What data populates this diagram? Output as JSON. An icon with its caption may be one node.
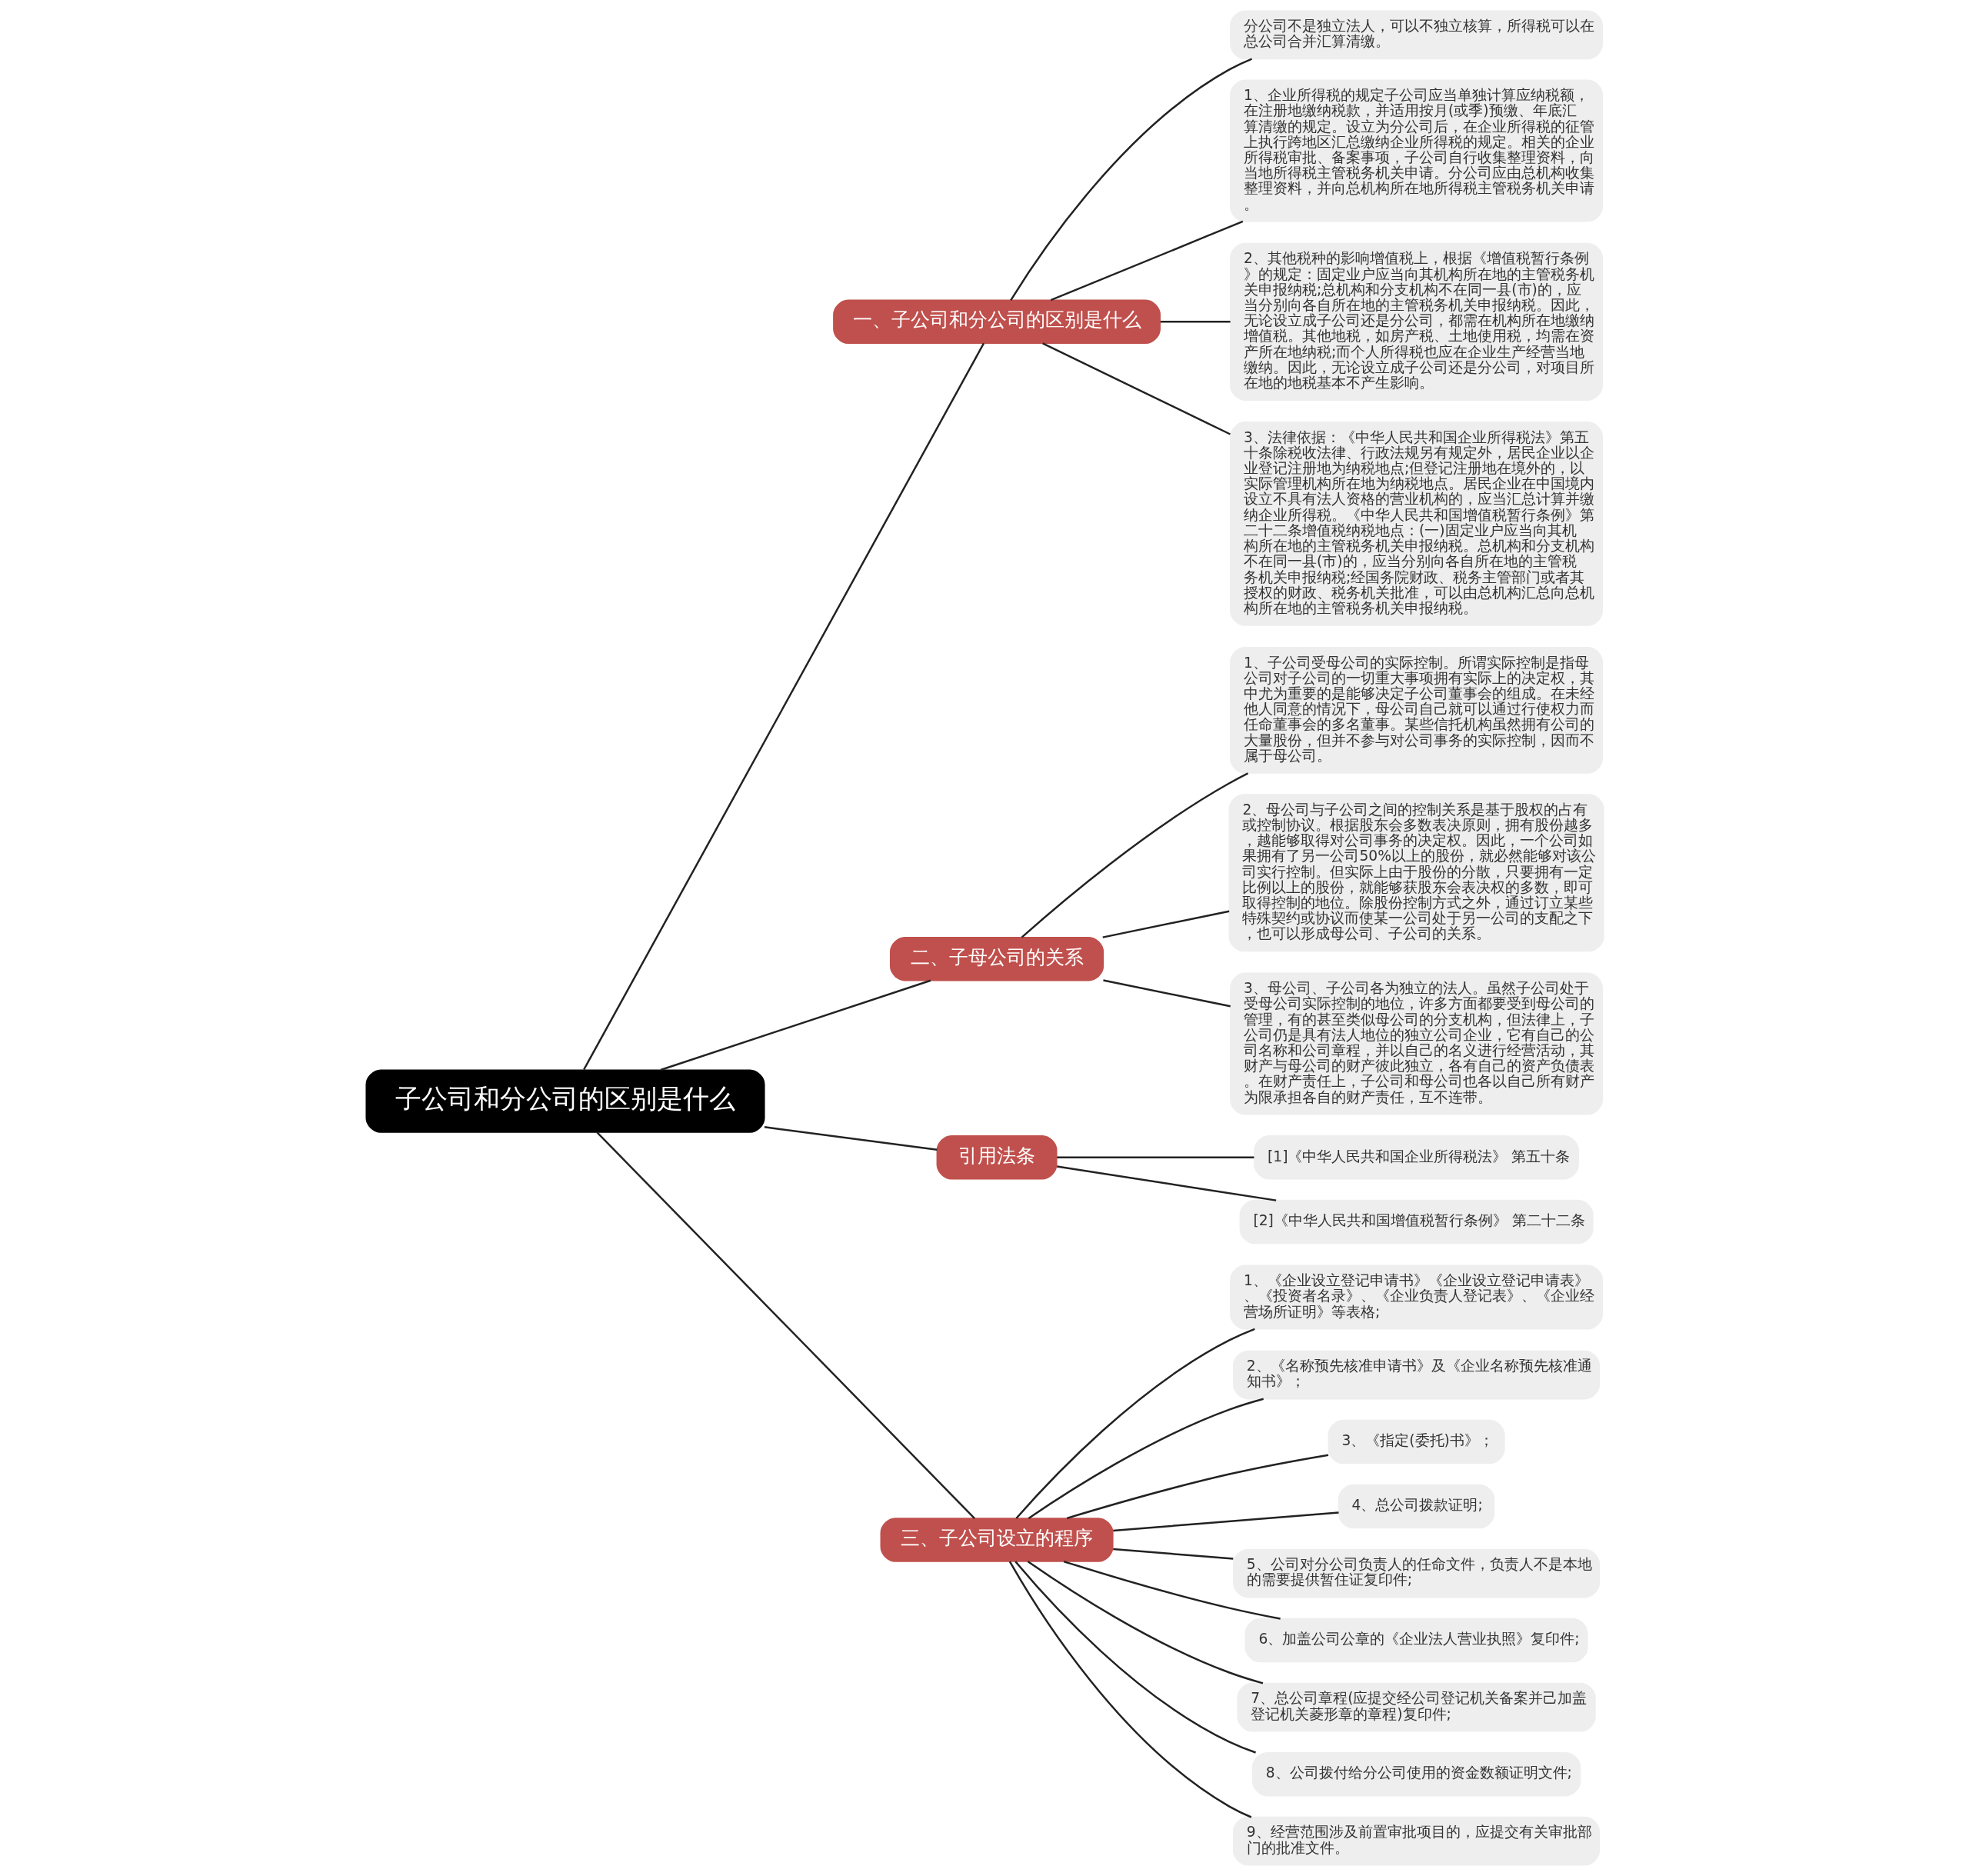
{
  "diagram": {
    "nodes": [
      {
        "text": [
          "子公司和分公司的区别是什么"
        ]
      },
      {
        "text": [
          "一、子公司和分公司的区别是什么"
        ]
      },
      {
        "text": [
          "分公司不是独立法人，可以不独立核算，所得税可以在总公司合并汇算清缴。"
        ]
      },
      {
        "text": [
          "1、企业所得税的规定子公司应当单独计算应纳税额，在注册地缴纳税款，并适用按月(或季)预缴、年底汇算清缴的规定。设立为分公司后，在企业所得税的征管上执行跨地区汇总缴纳企业所得税的规定。相关的企业所得税审批、备案事项，子公司自行收集整理资料，向当地所得税主管税务机关申请。分公司应由总机构收集整理资料，并向总机构所在地所得税主管税务机关申请。"
        ]
      },
      {
        "text": [
          "2、其他税种的影响增值税上，根据《增值税暂行条例》的规定：固定业户应当向其机构所在地的主管税务机关申报纳税;总机构和分支机构不在同一县(市)的，应当分别向各自所在地的主管税务机关申报纳税。因此，无论设立成子公司还是分公司，都需在机构所在地缴纳增值税。其他地税，如房产税、土地使用税，均需在资产所在地纳税;而个人所得税也应在企业生产经营当地缴纳。因此，无论设立成子公司还是分公司，对项目所在地的地税基本不产生影响。"
        ]
      },
      {
        "text": [
          "3、法律依据：《中华人民共和国企业所得税法》第五十条除税收法律、行政法规另有规定外，居民企业以企业登记注册地为纳税地点;但登记注册地在境外的，以实际管理机构所在地为纳税地点。居民企业在中国境内设立不具有法人资格的营业机构的，应当汇总计算并缴纳企业所得税。《中华人民共和国增值税暂行条例》第二十二条增值税纳税地点：(一)固定业户应当向其机构所在地的主管税务机关申报纳税。总机构和分支机构不在同一县(市)的，应当分别向各自所在地的主管税务机关申报纳税;经国务院财政、税务主管部门或者其授权的财政、税务机关批准，可以由总机构汇总向总机构所在地的主管税务机关申报纳税。"
        ]
      },
      {
        "text": [
          "二、子母公司的关系"
        ]
      },
      {
        "text": [
          "1、子公司受母公司的实际控制。所谓实际控制是指母公司对子公司的一切重大事项拥有实际上的决定权，其中尤为重要的是能够决定子公司董事会的组成。在未经他人同意的情况下，母公司自己就可以通过行使权力而任命董事会的多名董事。某些信托机构虽然拥有公司的大量股份，但并不参与对公司事务的实际控制，因而不属于母公司。"
        ]
      },
      {
        "text": [
          "2、母公司与子公司之间的控制关系是基于股权的占有或控制协议。根据股东会多数表决原则，拥有股份越多，越能够取得对公司事务的决定权。因此，一个公司如果拥有了另一公司50%以上的股份，就必然能够对该公司实行控制。但实际上由于股份的分散，只要拥有一定比例以上的股份，就能够获股东会表决权的多数，即可取得控制的地位。除股份控制方式之外，通过订立某些特殊契约或协议而使某一公司处于另一公司的支配之下，也可以形成母公司、子公司的关系。"
        ]
      },
      {
        "text": [
          "3、母公司、子公司各为独立的法人。虽然子公司处于受母公司实际控制的地位，许多方面都要受到母公司的管理，有的甚至类似母公司的分支机构，但法律上，子公司仍是具有法人地位的独立公司企业，它有自己的公司名称和公司章程，并以自己的名义进行经营活动，其财产与母公司的财产彼此独立，各有自己的资产负债表。在财产责任上，子公司和母公司也各以自己所有财产为限承担各自的财产责任，互不连带。"
        ]
      },
      {
        "text": [
          "引用法条"
        ]
      },
      {
        "text": [
          "[1]《中华人民共和国企业所得税法》 第五十条"
        ]
      },
      {
        "text": [
          "[2]《中华人民共和国增值税暂行条例》 第二十二条"
        ]
      },
      {
        "text": [
          "三、子公司设立的程序"
        ]
      },
      {
        "text": [
          "1、《企业设立登记申请书》《企业设立登记申请表》、《投资者名录》、《企业负责人登记表》、《企业经营场所证明》等表格;"
        ]
      },
      {
        "text": [
          "2、《名称预先核准申请书》及《企业名称预先核准通知书》；"
        ]
      },
      {
        "text": [
          "3、《指定(委托)书》；"
        ]
      },
      {
        "text": [
          "4、总公司拨款证明;"
        ]
      },
      {
        "text": [
          "5、公司对分公司负责人的任命文件，负责人不是本地的需要提供暂住证复印件;"
        ]
      },
      {
        "text": [
          "6、加盖公司公章的《企业法人营业执照》复印件;"
        ]
      },
      {
        "text": [
          "7、总公司章程(应提交经公司登记机关备案并己加盖登记机关菱形章的章程)复印件;"
        ]
      },
      {
        "text": [
          "8、公司拨付给分公司使用的资金数额证明文件;"
        ]
      },
      {
        "text": [
          "9、经营范围涉及前置审批项目的，应提交有关审批部门的批准文件。"
        ]
      }
    ],
    "edges": [
      {
        "from": 0,
        "to": 1,
        "arrow": "none"
      },
      {
        "from": 1,
        "to": 2,
        "arrow": "none"
      },
      {
        "from": 1,
        "to": 3,
        "arrow": "none"
      },
      {
        "from": 1,
        "to": 4,
        "arrow": "none"
      },
      {
        "from": 1,
        "to": 5,
        "arrow": "none"
      },
      {
        "from": 0,
        "to": 6,
        "arrow": "none"
      },
      {
        "from": 6,
        "to": 7,
        "arrow": "none"
      },
      {
        "from": 6,
        "to": 8,
        "arrow": "none"
      },
      {
        "from": 6,
        "to": 9,
        "arrow": "none"
      },
      {
        "from": 0,
        "to": 10,
        "arrow": "none"
      },
      {
        "from": 10,
        "to": 11,
        "arrow": "none"
      },
      {
        "from": 10,
        "to": 12,
        "arrow": "none"
      },
      {
        "from": 0,
        "to": 13,
        "arrow": "none"
      },
      {
        "from": 13,
        "to": 14,
        "arrow": "none"
      },
      {
        "from": 13,
        "to": 15,
        "arrow": "none"
      },
      {
        "from": 13,
        "to": 16,
        "arrow": "none"
      },
      {
        "from": 13,
        "to": 17,
        "arrow": "none"
      },
      {
        "from": 13,
        "to": 18,
        "arrow": "none"
      },
      {
        "from": 13,
        "to": 19,
        "arrow": "none"
      },
      {
        "from": 13,
        "to": 20,
        "arrow": "none"
      },
      {
        "from": 13,
        "to": 21,
        "arrow": "none"
      },
      {
        "from": 13,
        "to": 22,
        "arrow": "none"
      }
    ]
  }
}
